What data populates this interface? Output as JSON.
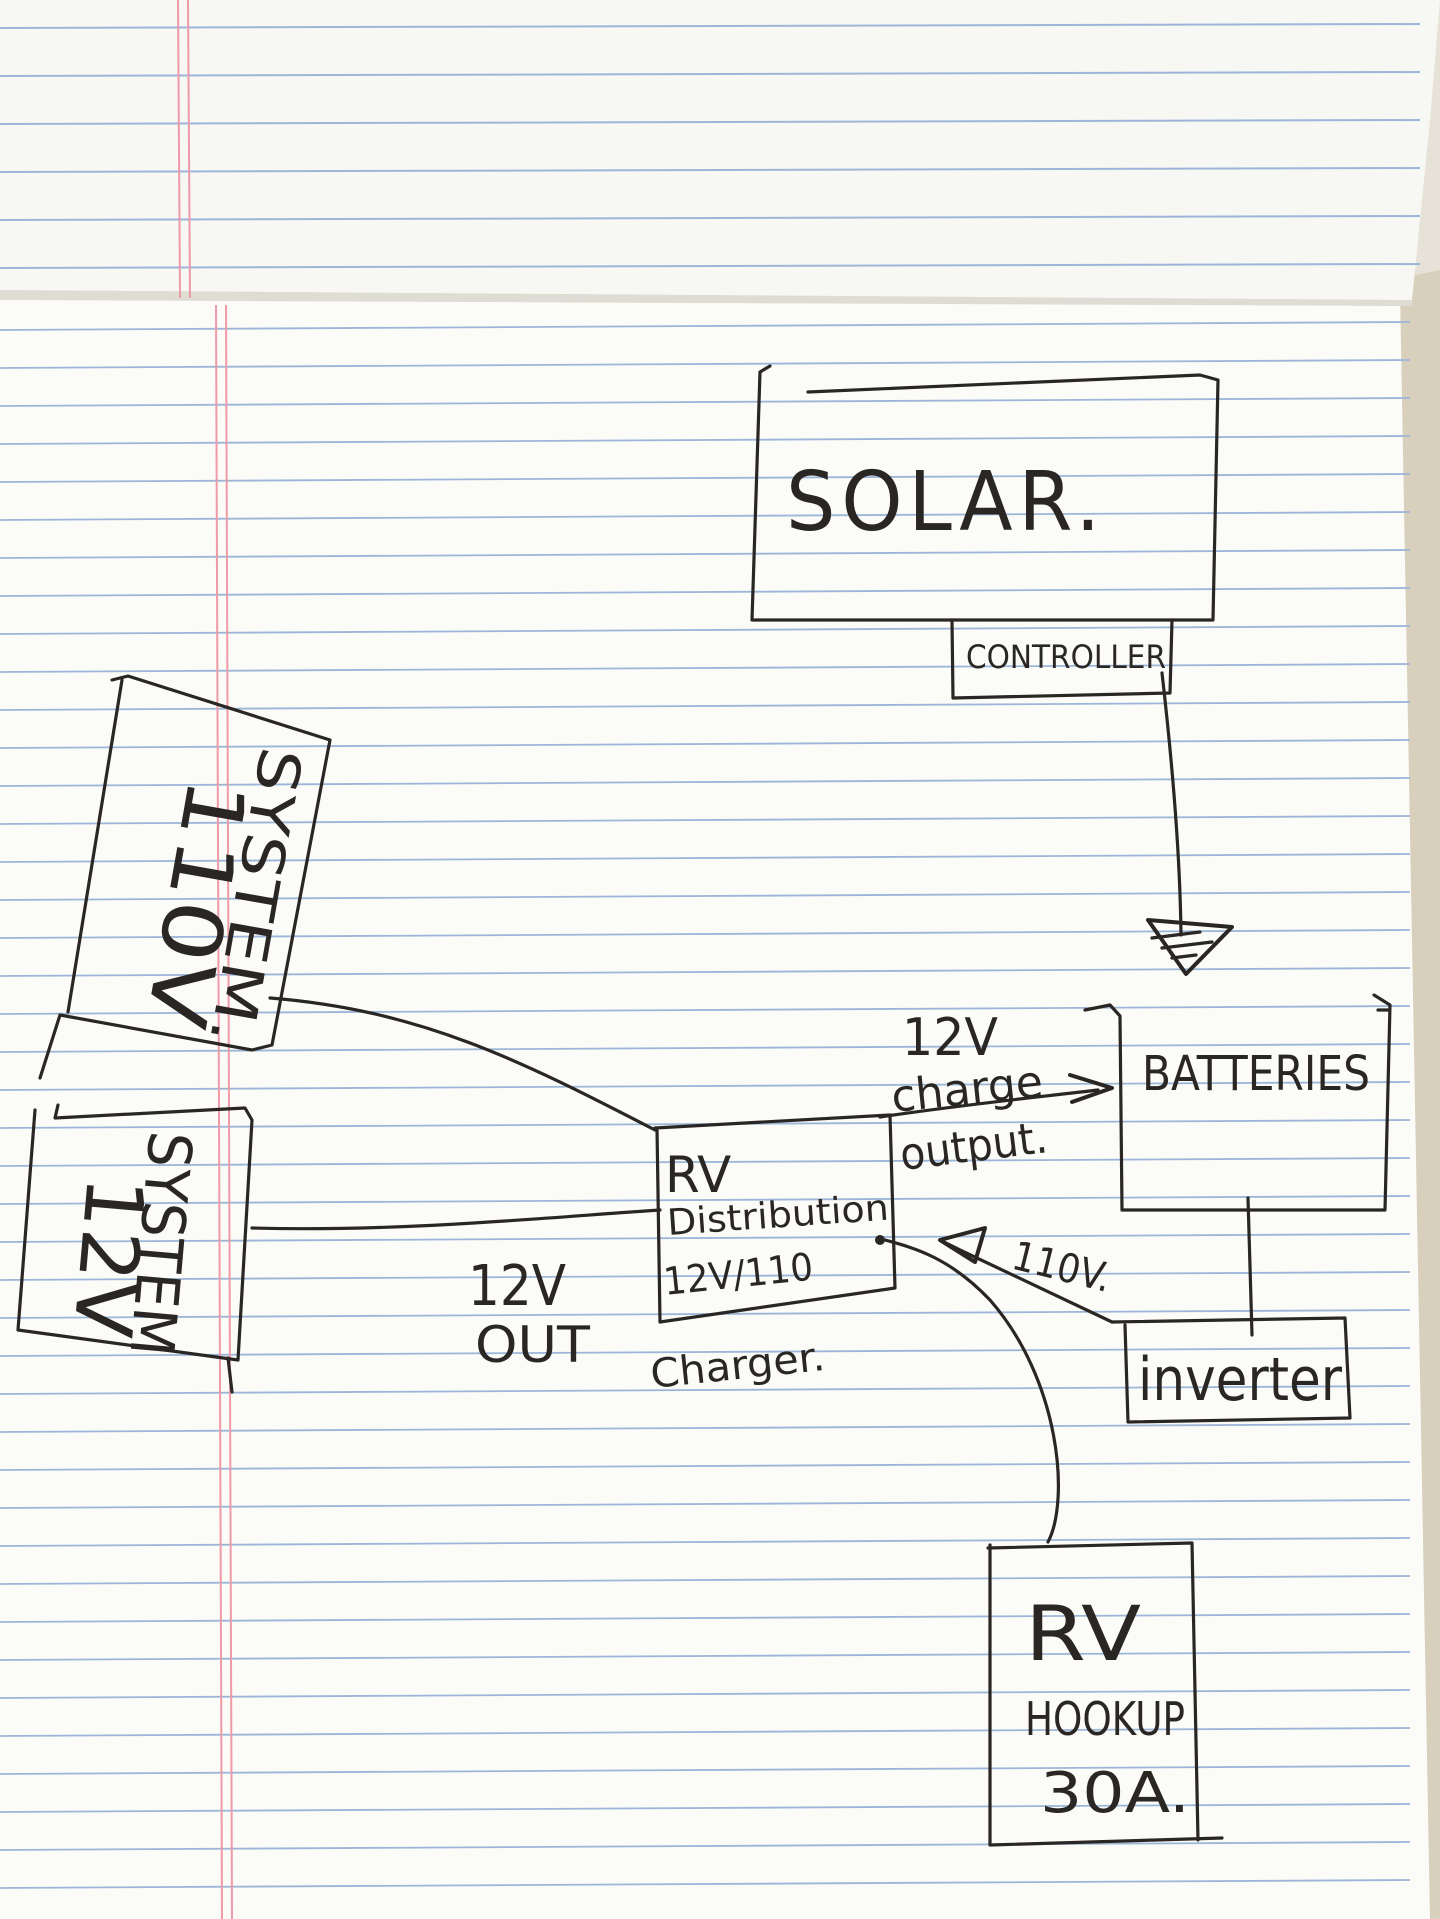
{
  "diagram": {
    "nodes": {
      "solar": {
        "label": "SOLAR."
      },
      "controller": {
        "label": "CONTROLLER"
      },
      "batteries": {
        "label": "BATTERIES"
      },
      "inverter": {
        "label": "inverter"
      },
      "rv_distribution": {
        "line1": "RV",
        "line2": "Distribution",
        "line3": "12V/110",
        "caption": "Charger."
      },
      "system_110v": {
        "line1": "110V",
        "line2": "SYSTEM."
      },
      "system_12v": {
        "line1": "12V",
        "line2": "SYSTEM"
      },
      "rv_hookup": {
        "line1": "RV",
        "line2": "HOOKUP",
        "line3": "30A."
      }
    },
    "edge_labels": {
      "charge_top": "12V",
      "charge_mid": "charge",
      "charge_bot": "output.",
      "out_top": "12V",
      "out_bot": "OUT",
      "ac_110": "110V."
    }
  },
  "colors": {
    "ink": "#2a2624",
    "paper": "#fdfdfb",
    "rule_blue": "#9cb6d8",
    "margin_red": "#ef9aa8",
    "desk": "#e9e6df"
  }
}
